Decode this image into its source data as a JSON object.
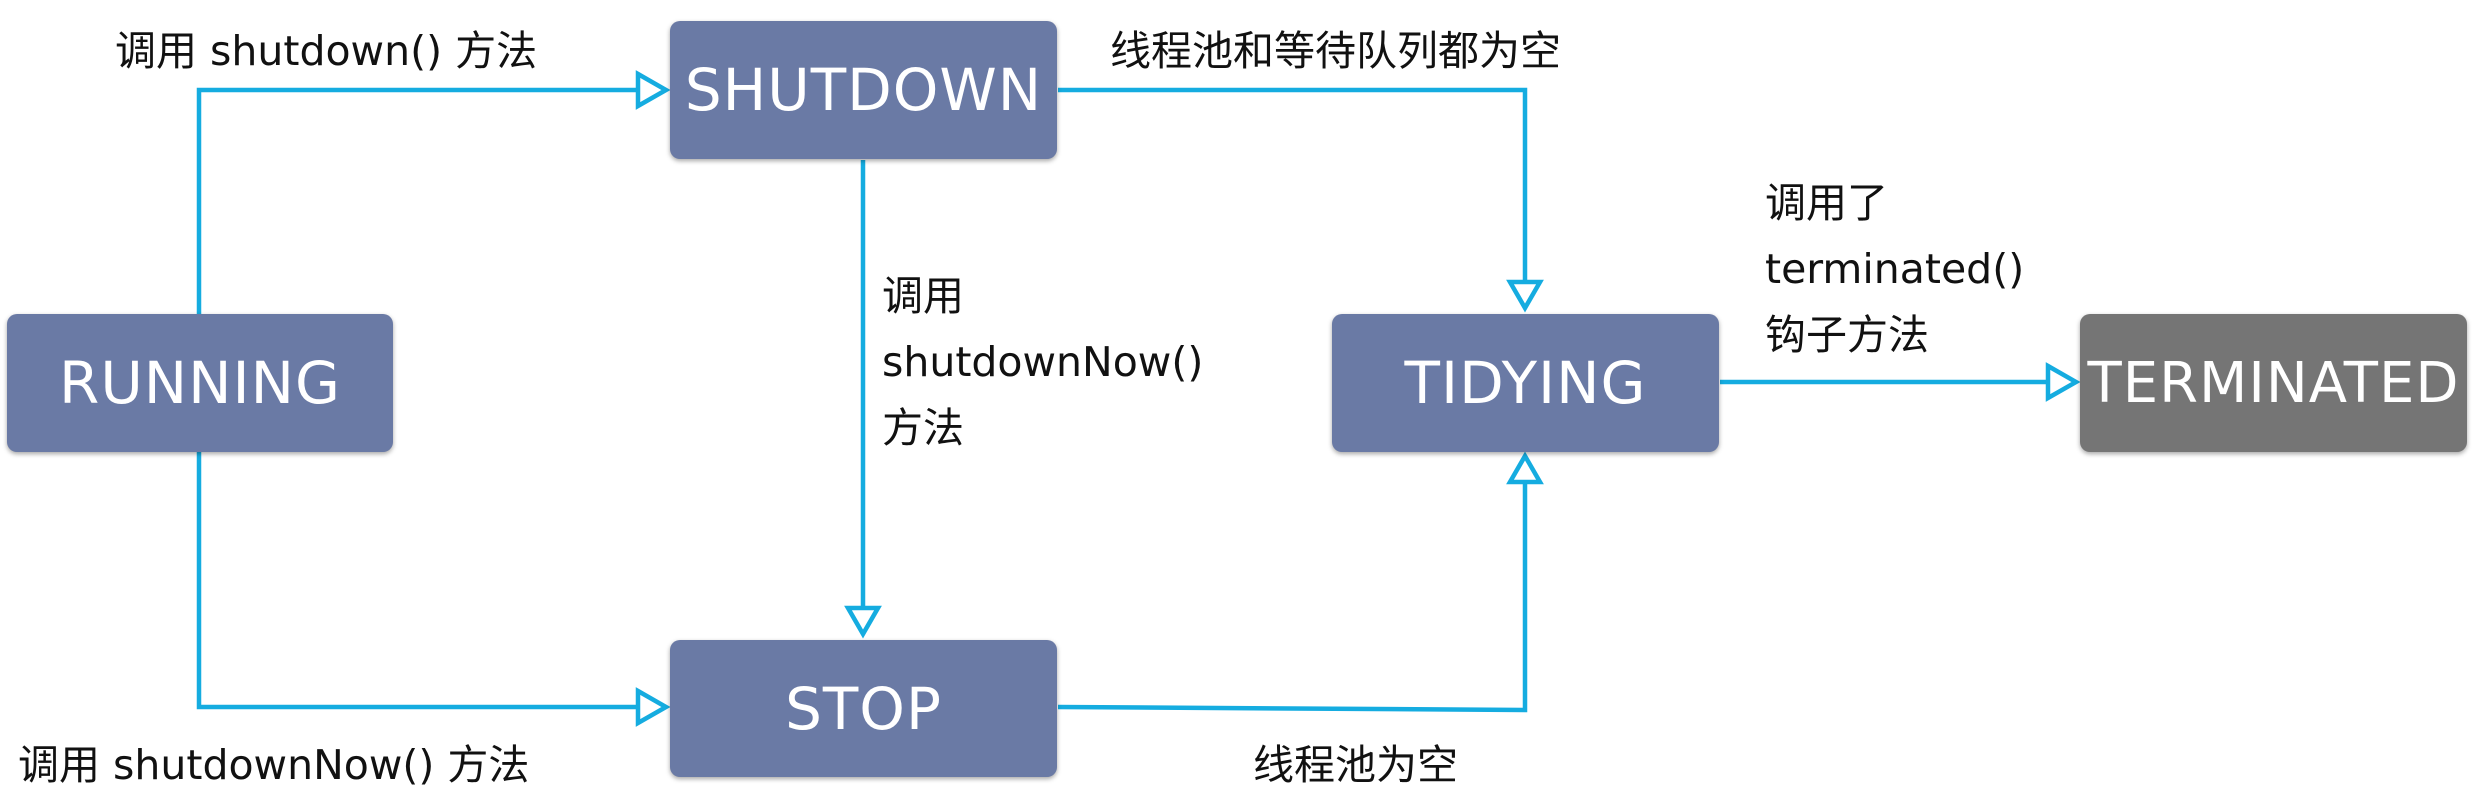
{
  "colors": {
    "node": "#6a7aa5",
    "node_final": "#757575",
    "arrow": "#15ace0",
    "label_text": "#111111"
  },
  "states": {
    "running": "RUNNING",
    "shutdown": "SHUTDOWN",
    "stop": "STOP",
    "tidying": "TIDYING",
    "terminated": "TERMINATED"
  },
  "transitions": {
    "running_to_shutdown": "调用 shutdown() 方法",
    "running_to_stop": "调用 shutdownNow() 方法",
    "shutdown_to_stop": [
      "调用",
      "shutdownNow()",
      "方法"
    ],
    "shutdown_to_tidying": "线程池和等待队列都为空",
    "stop_to_tidying": "线程池为空",
    "tidying_to_terminated": [
      "调用了",
      "terminated()",
      "钩子方法"
    ]
  }
}
